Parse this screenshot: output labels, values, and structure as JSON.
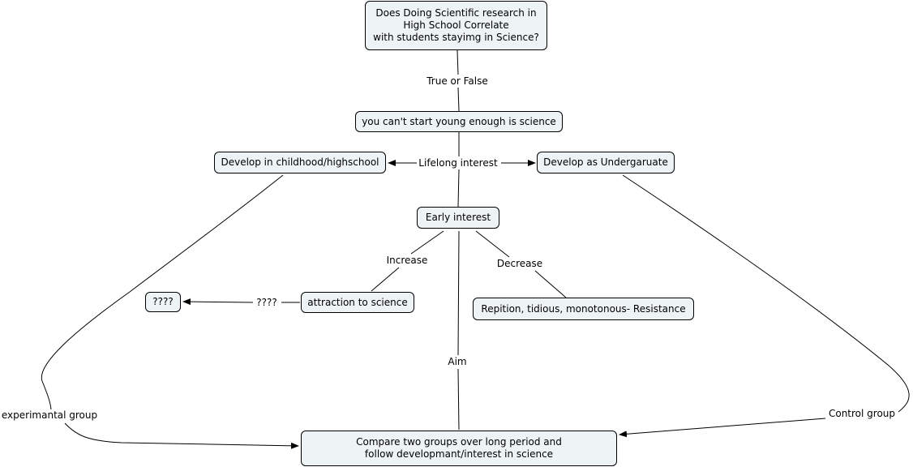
{
  "nodes": {
    "question": "Does Doing Scientific research in\nHigh School Correlate\nwith students stayimg in Science?",
    "young": "you can't start young enough is science",
    "childhood": "Develop in childhood/highschool",
    "undergrad": "Develop as Undergaruate",
    "early": "Early interest",
    "attraction": "attraction to science",
    "unknown": "????",
    "repetition": "Repition, tidious, monotonous- Resistance",
    "compare": "Compare two groups over long period and\nfollow developmant/interest in science"
  },
  "links": {
    "true_false": "True or False",
    "lifelong": "Lifelong interest",
    "increase": "Increase",
    "decrease": "Decrease",
    "qmarks": "????",
    "aim": "Aim",
    "experimental": "experimantal group",
    "control": "Control group"
  }
}
